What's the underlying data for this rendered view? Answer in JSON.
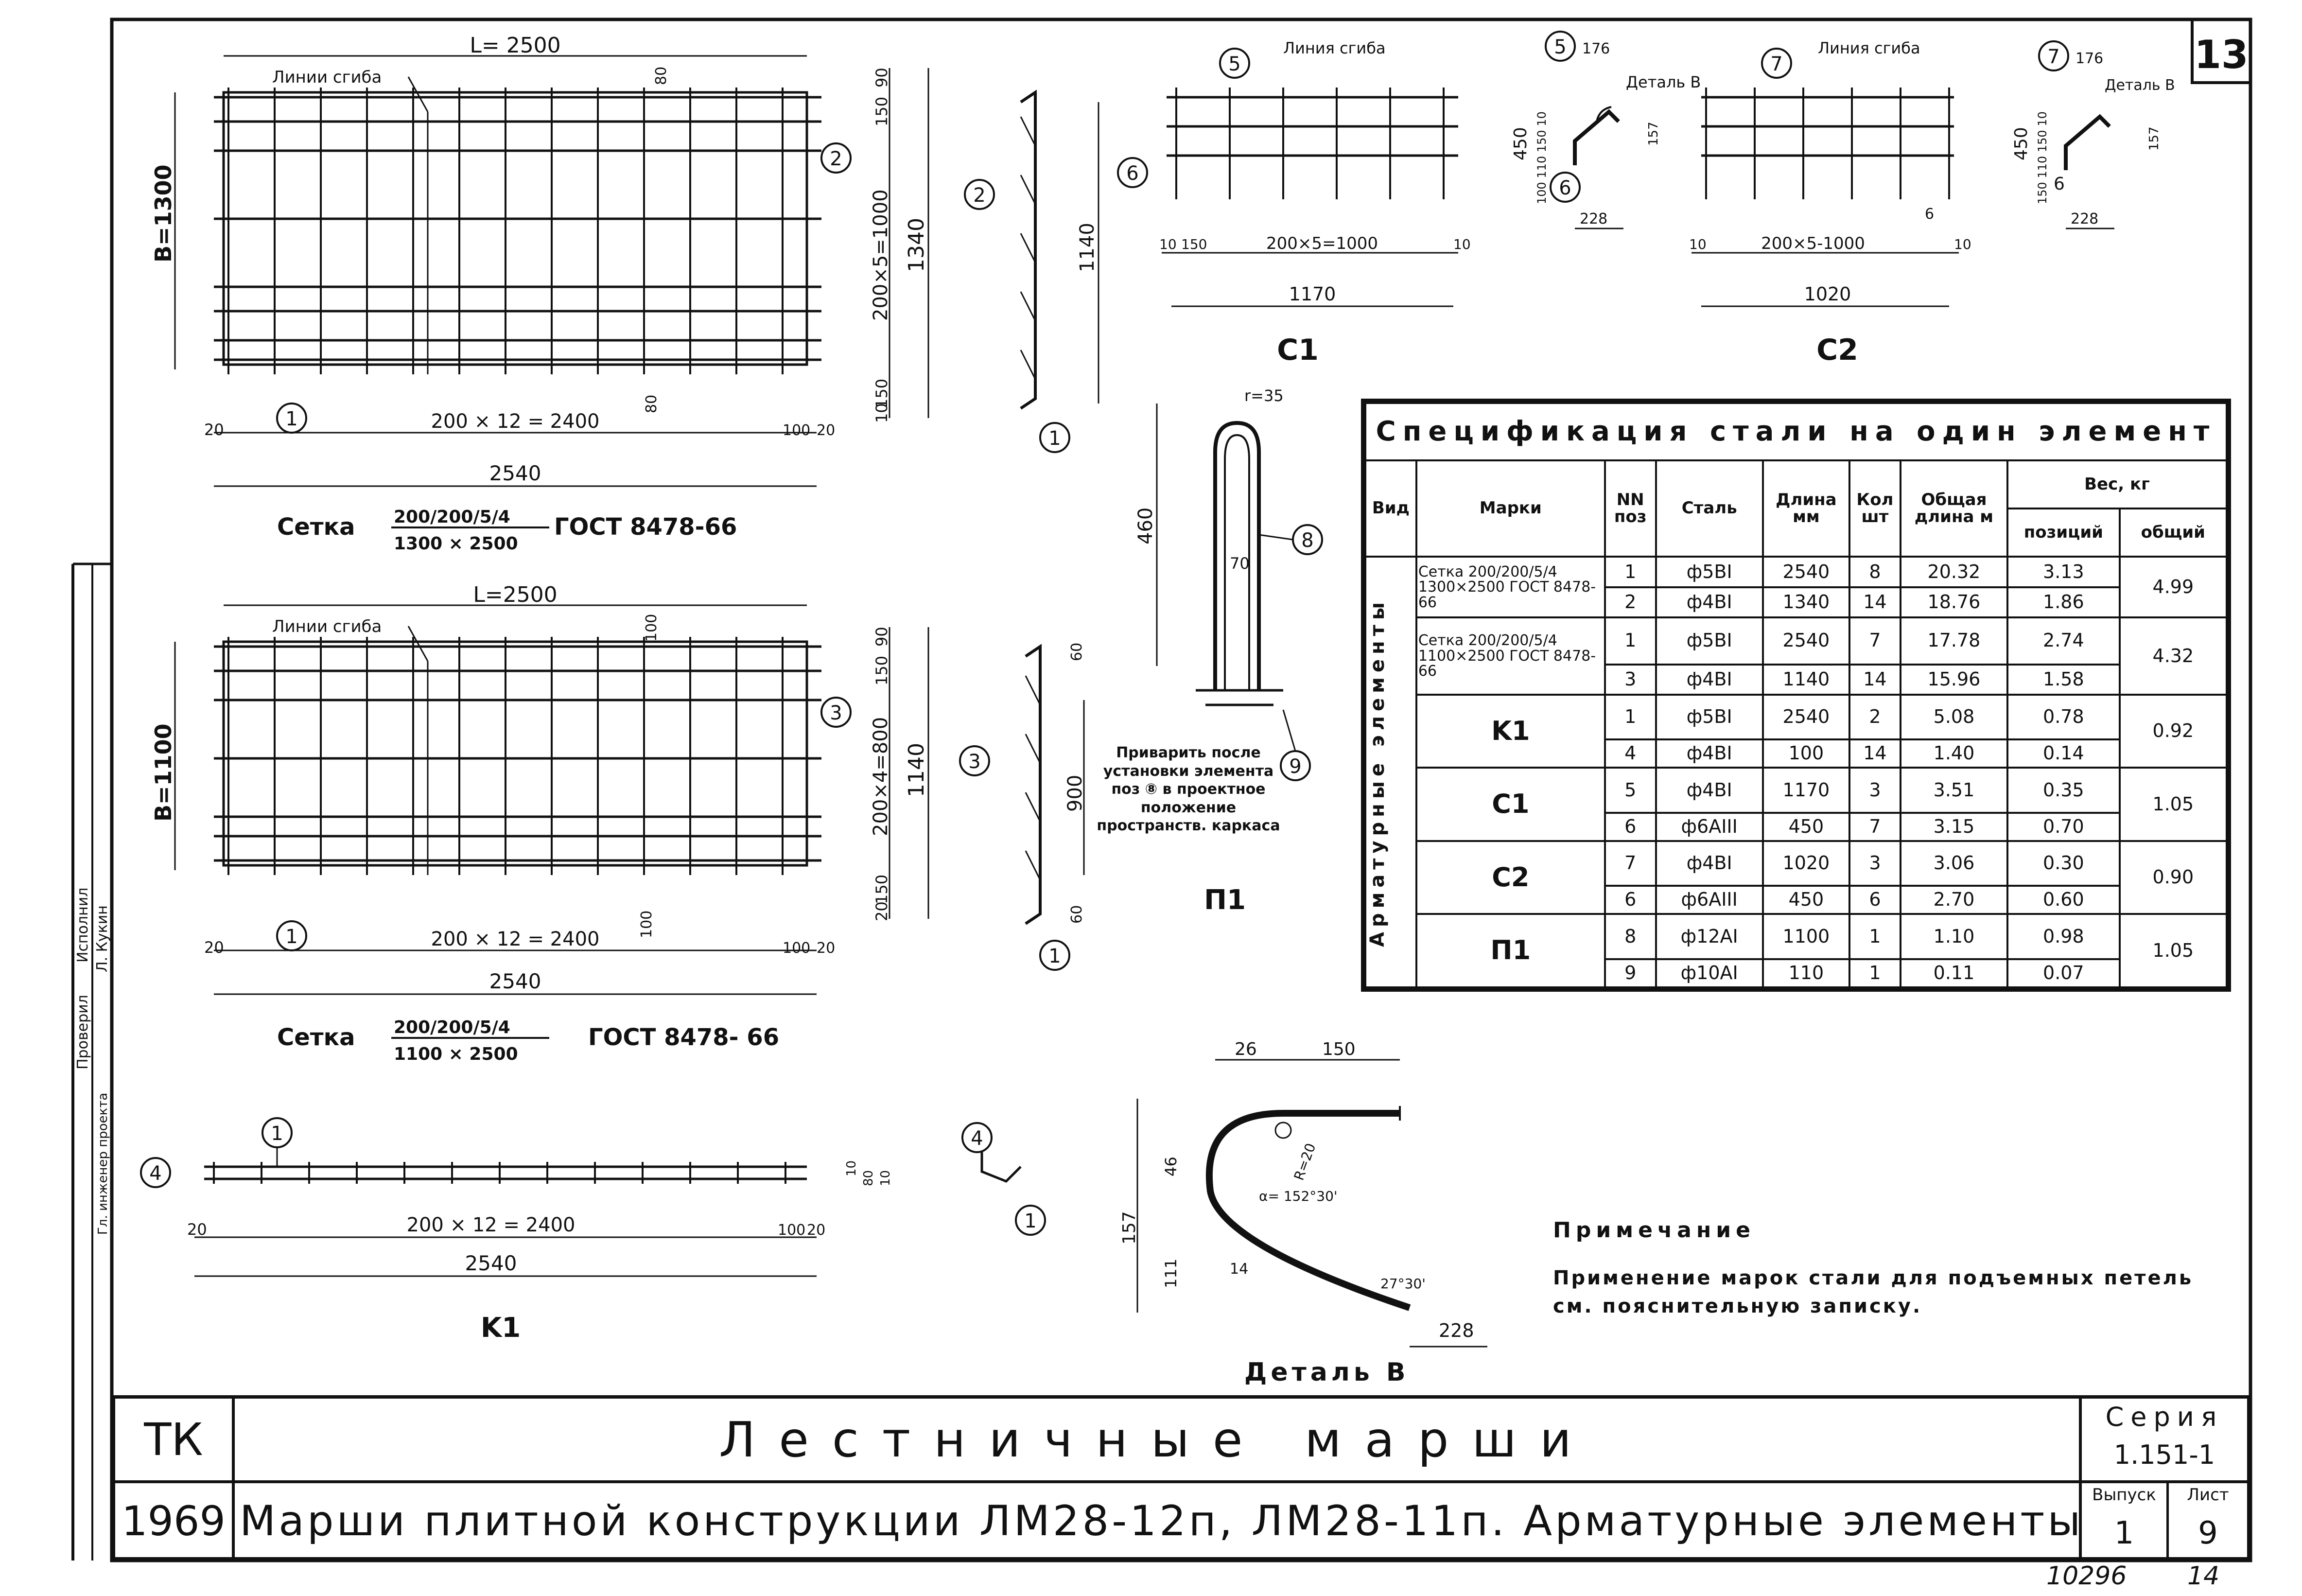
{
  "sheet_number": "13",
  "mesh1": {
    "dim_L": "L= 2500",
    "dim_B": "B=1300",
    "fold_line": "Линии сгиба",
    "bar_label": "2",
    "end_label": "1",
    "dim_pitch": "200 × 12 = 2400",
    "dim_total": "2540",
    "dim_left": "20",
    "dim_right": "100",
    "dim_right2": "20",
    "dim_v_pitch": "200×5=1000",
    "dim_v_total": "1340",
    "dim_top": "150",
    "dim_top2": "90",
    "dim_bottom": "150",
    "dim_bottom2": "10",
    "dim_80a": "80",
    "dim_80b": "80",
    "caption_prefix": "Сетка",
    "caption_num": "200/200/5/4",
    "caption_den": "1300 × 2500",
    "caption_gost": "ГОСТ 8478-66"
  },
  "mesh2": {
    "dim_L": "L=2500",
    "dim_B": "B=1100",
    "fold_line": "Линии сгиба",
    "bar_label": "3",
    "end_label": "1",
    "dim_pitch": "200 × 12 = 2400",
    "dim_total": "2540",
    "dim_left": "20",
    "dim_right": "100",
    "dim_right2": "20",
    "dim_v_pitch": "200×4=800",
    "dim_v_total": "1140",
    "dim_top": "150",
    "dim_top2": "90",
    "dim_bottom": "150",
    "dim_bottom2": "20",
    "dim_100a": "100",
    "dim_100b": "100",
    "caption_prefix": "Сетка",
    "caption_num": "200/200/5/4",
    "caption_den": "1100 × 2500",
    "caption_gost": "ГОСТ 8478- 66"
  },
  "k1": {
    "bar_label": "4",
    "top_label": "1",
    "dim_pitch": "200 × 12 = 2400",
    "dim_total": "2540",
    "dim_left": "20",
    "dim_right": "100",
    "dim_right2": "20",
    "dim_h1": "10",
    "dim_h2": "80",
    "dim_h3": "10",
    "caption": "K1",
    "section_label_a": "4",
    "section_label_b": "1"
  },
  "section2": {
    "label_top": "2",
    "label_bottom": "1",
    "dim": "1140"
  },
  "section3": {
    "label_top": "3",
    "label_bottom": "1",
    "dim": "900",
    "dim_top": "60",
    "dim_bottom": "60"
  },
  "c1": {
    "fold_line": "Линия сгиба",
    "label_top": "5",
    "label_left": "6",
    "dim_left": "10",
    "dim_a": "150",
    "dim_pitch": "200×5=1000",
    "dim_right": "10",
    "dim_total": "1170",
    "caption": "C1",
    "detail_label": "5",
    "detail_dim": "176",
    "detail_ref": "Деталь B",
    "detail_v": "450",
    "detail_v_parts": "100 110 150 10",
    "detail_right": "157",
    "detail_bottom": "228",
    "detail_label2": "6"
  },
  "c2": {
    "fold_line": "Линия сгиба",
    "label_top": "7",
    "dim_left": "10",
    "dim_pitch": "200×5-1000",
    "dim_right": "10",
    "dim_total": "1020",
    "dim_mid": "6",
    "caption": "C2",
    "detail_label": "7",
    "detail_dim": "176",
    "detail_ref": "Деталь B",
    "detail_v": "450",
    "detail_v_parts": "150 110 150 10",
    "detail_right": "157",
    "detail_bottom": "228",
    "detail_label2": "6"
  },
  "p1": {
    "dim_r": "r=35",
    "dim_h": "460",
    "dim_w": "70",
    "label_top": "8",
    "label_bottom": "9",
    "weld_note": "Приварить после установки элемента поз ⑧ в проектное положение пространств. каркаса",
    "caption": "П1"
  },
  "detail_b": {
    "dim_a": "26",
    "dim_b": "150",
    "dim_r": "R=20",
    "dim_angle": "α= 152°30'",
    "dim_h_total": "157",
    "dim_h1": "46",
    "dim_h2": "111",
    "dim_14": "14",
    "dim_angle2": "27°30'",
    "dim_len": "228",
    "caption": "Деталь B"
  },
  "spec": {
    "title": "Спецификация стали на один элемент",
    "headers": {
      "kind": "Вид",
      "marks": "Марки",
      "pos": "NN поз",
      "steel": "Сталь",
      "length": "Длина мм",
      "qty": "Кол шт",
      "total_len": "Общая длина м",
      "weight": "Вес, кг",
      "w_pos": "позиций",
      "w_total": "общий"
    },
    "kind_label": "Арматурные элементы",
    "groups": [
      {
        "mark": "Сетка 200/200/5/4 1300×2500 ГОСТ 8478-66",
        "total": "4.99",
        "rows": [
          {
            "pos": "1",
            "steel": "ф5ВI",
            "len": "2540",
            "qty": "8",
            "tlen": "20.32",
            "w": "3.13"
          },
          {
            "pos": "2",
            "steel": "ф4ВI",
            "len": "1340",
            "qty": "14",
            "tlen": "18.76",
            "w": "1.86"
          }
        ]
      },
      {
        "mark": "Сетка 200/200/5/4 1100×2500 ГОСТ 8478-66",
        "total": "4.32",
        "rows": [
          {
            "pos": "1",
            "steel": "ф5ВI",
            "len": "2540",
            "qty": "7",
            "tlen": "17.78",
            "w": "2.74"
          },
          {
            "pos": "3",
            "steel": "ф4ВI",
            "len": "1140",
            "qty": "14",
            "tlen": "15.96",
            "w": "1.58"
          }
        ]
      },
      {
        "mark": "K1",
        "total": "0.92",
        "rows": [
          {
            "pos": "1",
            "steel": "ф5ВI",
            "len": "2540",
            "qty": "2",
            "tlen": "5.08",
            "w": "0.78"
          },
          {
            "pos": "4",
            "steel": "ф4ВI",
            "len": "100",
            "qty": "14",
            "tlen": "1.40",
            "w": "0.14"
          }
        ]
      },
      {
        "mark": "C1",
        "total": "1.05",
        "rows": [
          {
            "pos": "5",
            "steel": "ф4ВI",
            "len": "1170",
            "qty": "3",
            "tlen": "3.51",
            "w": "0.35"
          },
          {
            "pos": "6",
            "steel": "ф6АIII",
            "len": "450",
            "qty": "7",
            "tlen": "3.15",
            "w": "0.70"
          }
        ]
      },
      {
        "mark": "C2",
        "total": "0.90",
        "rows": [
          {
            "pos": "7",
            "steel": "ф4ВI",
            "len": "1020",
            "qty": "3",
            "tlen": "3.06",
            "w": "0.30"
          },
          {
            "pos": "6",
            "steel": "ф6АIII",
            "len": "450",
            "qty": "6",
            "tlen": "2.70",
            "w": "0.60"
          }
        ]
      },
      {
        "mark": "П1",
        "total": "1.05",
        "rows": [
          {
            "pos": "8",
            "steel": "ф12АI",
            "len": "1100",
            "qty": "1",
            "tlen": "1.10",
            "w": "0.98"
          },
          {
            "pos": "9",
            "steel": "ф10АI",
            "len": "110",
            "qty": "1",
            "tlen": "0.11",
            "w": "0.07"
          }
        ]
      }
    ]
  },
  "note": {
    "heading": "Примечание",
    "text": "Применение марок стали для подъемных петель см. пояснительную записку."
  },
  "title_block": {
    "org": "ТК",
    "year": "1969",
    "title": "Лестничные марши",
    "subtitle": "Марши плитной конструкции ЛМ28-12п, ЛМ28-11п. Арматурные элементы",
    "series_label": "Серия",
    "series": "1.151-1",
    "issue_label": "Выпуск",
    "issue": "1",
    "sheet_label": "Лист",
    "sheet": "9"
  },
  "stamp": {
    "checked": "Проверил",
    "author": "Исполнил",
    "name": "Л. Кукин",
    "chief": "Гл. инженер проекта"
  },
  "footer": {
    "archive_no": "10296",
    "page": "14"
  }
}
